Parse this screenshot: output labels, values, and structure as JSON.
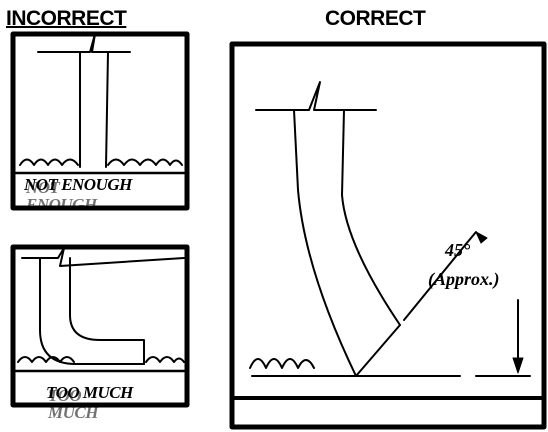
{
  "headings": {
    "incorrect": "INCORRECT",
    "correct": "CORRECT"
  },
  "panels": {
    "not_enough": {
      "caption": "NOT ENOUGH"
    },
    "too_much": {
      "caption": "TOO MUCH"
    },
    "correct": {
      "angle_label": "45°",
      "approx_label": "(Approx.)"
    }
  },
  "colors": {
    "ink": "#000000",
    "paper": "#ffffff"
  }
}
